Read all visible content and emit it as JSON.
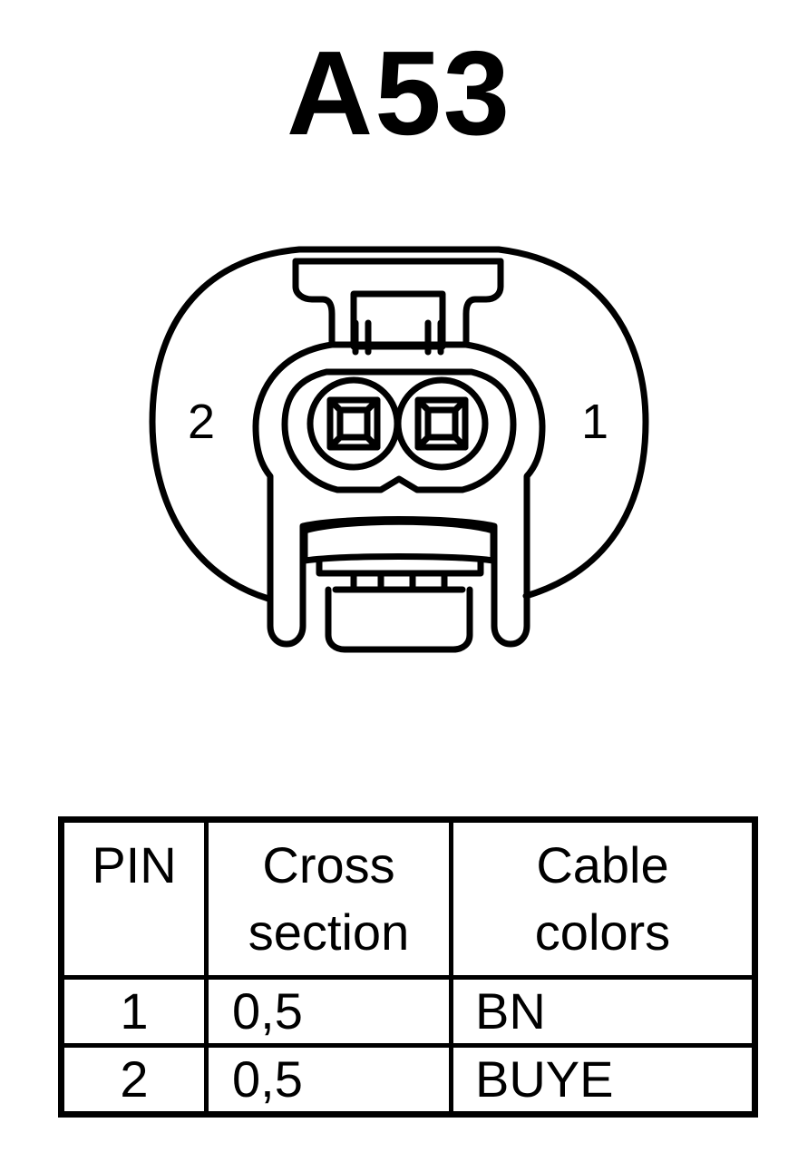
{
  "title": "A53",
  "connector": {
    "pin_labels": [
      "2",
      "1"
    ]
  },
  "table": {
    "headers": [
      [
        "PIN"
      ],
      [
        "Cross",
        "section"
      ],
      [
        "Cable",
        "colors"
      ]
    ],
    "rows": [
      {
        "pin": "1",
        "cross_section": "0,5",
        "cable_color": "BN"
      },
      {
        "pin": "2",
        "cross_section": "0,5",
        "cable_color": "BUYE"
      }
    ]
  }
}
